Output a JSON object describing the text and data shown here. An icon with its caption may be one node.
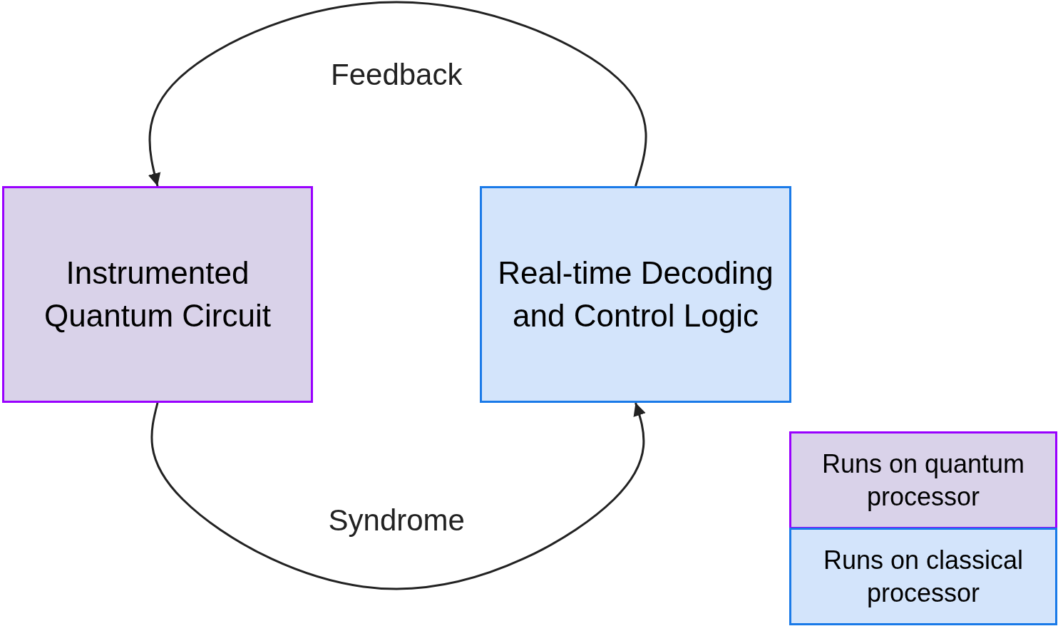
{
  "diagram": {
    "nodes": [
      {
        "text": [
          "Instrumented Quantum Circuit"
        ]
      },
      {
        "text": [
          "Real-time Decoding and Control Logic"
        ]
      }
    ],
    "edges": [
      {
        "from": 1,
        "to": 0,
        "arrow": "to",
        "label": "Feedback"
      },
      {
        "from": 0,
        "to": 1,
        "arrow": "to",
        "label": "Syndrome"
      }
    ],
    "legend": [
      {
        "text": "Runs on quantum processor",
        "color": "#d9d2e9"
      },
      {
        "text": "Runs on classical processor",
        "color": "#d3e4fb"
      }
    ]
  }
}
